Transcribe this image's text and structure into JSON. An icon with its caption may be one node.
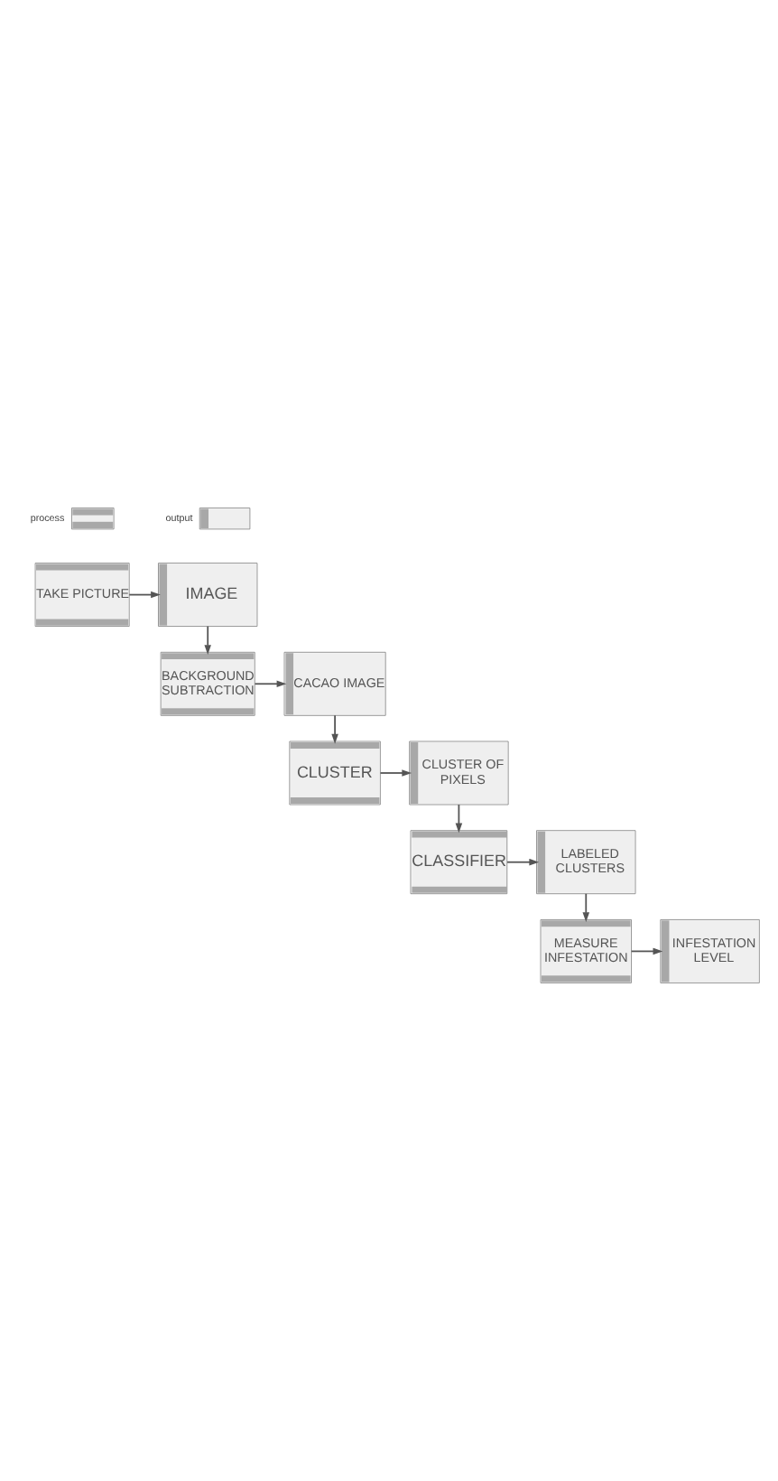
{
  "diagram": {
    "nodes": [
      {
        "text": [
          "TAKE PICTURE"
        ]
      },
      {
        "text": [
          "IMAGE"
        ]
      },
      {
        "text": [
          "BACKGROUND SUBTRACTION"
        ]
      },
      {
        "text": [
          "CACAO IMAGE"
        ]
      },
      {
        "text": [
          "CLUSTER"
        ]
      },
      {
        "text": [
          "CLUSTER OF PIXELS"
        ]
      },
      {
        "text": [
          "CLASSIFIER"
        ]
      },
      {
        "text": [
          "LABELED CLUSTERS"
        ]
      },
      {
        "text": [
          "MEASURE INFESTATION"
        ]
      },
      {
        "text": [
          "INFESTATION LEVEL"
        ]
      }
    ],
    "edges": [
      {
        "from": 0,
        "to": 1,
        "arrow": "to"
      },
      {
        "from": 1,
        "to": 2,
        "arrow": "to"
      },
      {
        "from": 2,
        "to": 3,
        "arrow": "to"
      },
      {
        "from": 3,
        "to": 4,
        "arrow": "to"
      },
      {
        "from": 4,
        "to": 5,
        "arrow": "to"
      },
      {
        "from": 5,
        "to": 6,
        "arrow": "to"
      },
      {
        "from": 6,
        "to": 7,
        "arrow": "to"
      },
      {
        "from": 7,
        "to": 8,
        "arrow": "to"
      },
      {
        "from": 8,
        "to": 9,
        "arrow": "to"
      }
    ],
    "legend": [
      {
        "text": "process"
      },
      {
        "text": "output"
      }
    ]
  }
}
